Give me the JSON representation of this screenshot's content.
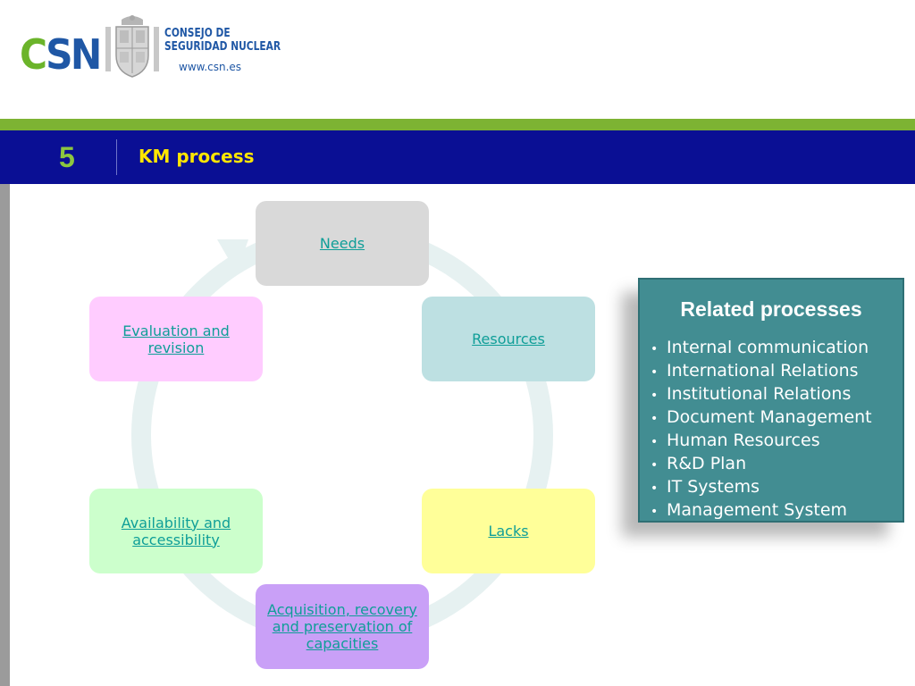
{
  "logo": {
    "letters": [
      "C",
      "S",
      "N"
    ],
    "title_line1": "CONSEJO DE",
    "title_line2": "SEGURIDAD NUCLEAR",
    "url": "www.csn.es",
    "brand_green": "#6bb42a",
    "brand_blue": "#1f57a5"
  },
  "header": {
    "slide_number": "5",
    "title": "KM process",
    "bar_color": "#0a0f94",
    "accent_green": "#7db333",
    "title_color": "#ffe600"
  },
  "cycle": {
    "nodes": [
      {
        "label": "Needs",
        "color": "#d9d9d9"
      },
      {
        "label": "Resources",
        "color": "#bde0e2"
      },
      {
        "label": "Lacks",
        "color": "#ffff99"
      },
      {
        "label": "Acquisition, recovery and preservation of capacities",
        "color": "#c9a0f7"
      },
      {
        "label": "Availability and accessibility",
        "color": "#ccffcc"
      },
      {
        "label": "Evaluation and revision",
        "color": "#ffccff"
      }
    ],
    "arrow_icon": "circular-arrow"
  },
  "related": {
    "title": "Related processes",
    "bg_color": "#428d92",
    "items": [
      "Internal communication",
      "International Relations",
      "Institutional Relations",
      "Document Management",
      "Human Resources",
      "R&D Plan",
      "IT Systems",
      "Management System"
    ]
  }
}
